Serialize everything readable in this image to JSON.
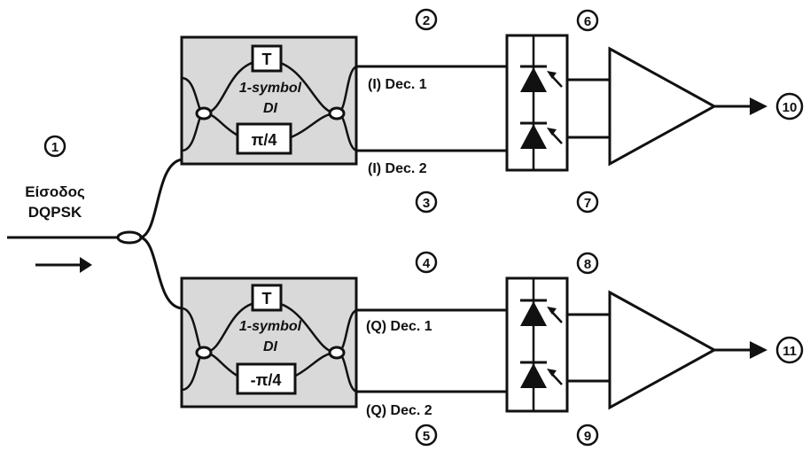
{
  "input": {
    "label_line1": "Είσοδος",
    "label_line2": "DQPSK"
  },
  "markers": [
    "1",
    "2",
    "3",
    "4",
    "5",
    "6",
    "7",
    "8",
    "9",
    "10",
    "11"
  ],
  "interferometers": [
    {
      "delay_label": "T",
      "title_line1": "1-symbol",
      "title_line2": "DI",
      "phase_label": "π/4"
    },
    {
      "delay_label": "T",
      "title_line1": "1-symbol",
      "title_line2": "DI",
      "phase_label": "-π/4"
    }
  ],
  "outputs": [
    "(I) Dec. 1",
    "(I) Dec. 2",
    "(Q) Dec. 1",
    "(Q) Dec. 2"
  ],
  "colors": {
    "box_fill": "#d9d9d9",
    "line": "#111111",
    "background": "#ffffff"
  }
}
